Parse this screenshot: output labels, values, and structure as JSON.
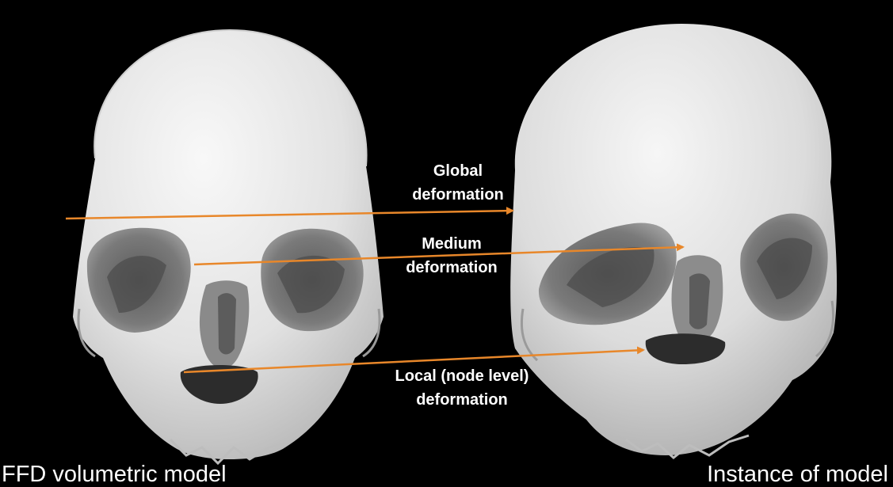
{
  "figure": {
    "background_color": "#000000",
    "skull_color": "#e6e6e6",
    "arrow_color": "#e8872a",
    "annotations": [
      {
        "line1": "Global",
        "line2": "deformation"
      },
      {
        "line1": "Medium",
        "line2": "deformation"
      },
      {
        "line1": "Local (node level)",
        "line2": "deformation"
      }
    ],
    "captions": {
      "left": "FFD volumetric model",
      "right": "Instance of model"
    },
    "objects": {
      "left": "skull-front-view",
      "right": "deformed-skull-front-view"
    }
  }
}
